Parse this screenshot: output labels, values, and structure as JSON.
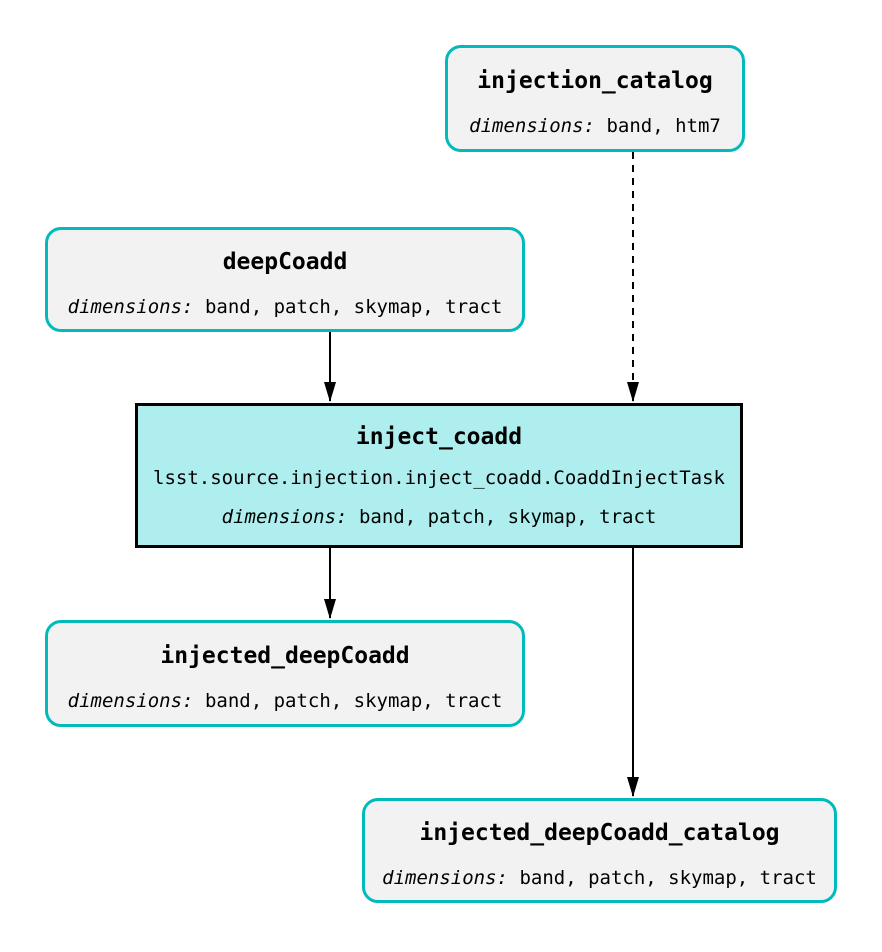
{
  "diagram": {
    "colors": {
      "background": "#ffffff",
      "dataset_border": "#00babc",
      "dataset_fill": "#f2f2f2",
      "task_border": "#000000",
      "task_fill": "#afeeee",
      "edge": "#000000"
    },
    "nodes": [
      {
        "id": "injection_catalog",
        "type": "dataset",
        "title": "injection_catalog",
        "dims_label": "dimensions:",
        "dims_value": "band, htm7"
      },
      {
        "id": "deepCoadd",
        "type": "dataset",
        "title": "deepCoadd",
        "dims_label": "dimensions:",
        "dims_value": "band, patch, skymap, tract"
      },
      {
        "id": "inject_coadd",
        "type": "task",
        "title": "inject_coadd",
        "task_class": "lsst.source.injection.inject_coadd.CoaddInjectTask",
        "dims_label": "dimensions:",
        "dims_value": "band, patch, skymap, tract"
      },
      {
        "id": "injected_deepCoadd",
        "type": "dataset",
        "title": "injected_deepCoadd",
        "dims_label": "dimensions:",
        "dims_value": "band, patch, skymap, tract"
      },
      {
        "id": "injected_deepCoadd_catalog",
        "type": "dataset",
        "title": "injected_deepCoadd_catalog",
        "dims_label": "dimensions:",
        "dims_value": "band, patch, skymap, tract"
      }
    ],
    "edges": [
      {
        "from": "deepCoadd",
        "to": "inject_coadd",
        "style": "solid"
      },
      {
        "from": "injection_catalog",
        "to": "inject_coadd",
        "style": "dashed"
      },
      {
        "from": "inject_coadd",
        "to": "injected_deepCoadd",
        "style": "solid"
      },
      {
        "from": "inject_coadd",
        "to": "injected_deepCoadd_catalog",
        "style": "solid"
      }
    ]
  }
}
